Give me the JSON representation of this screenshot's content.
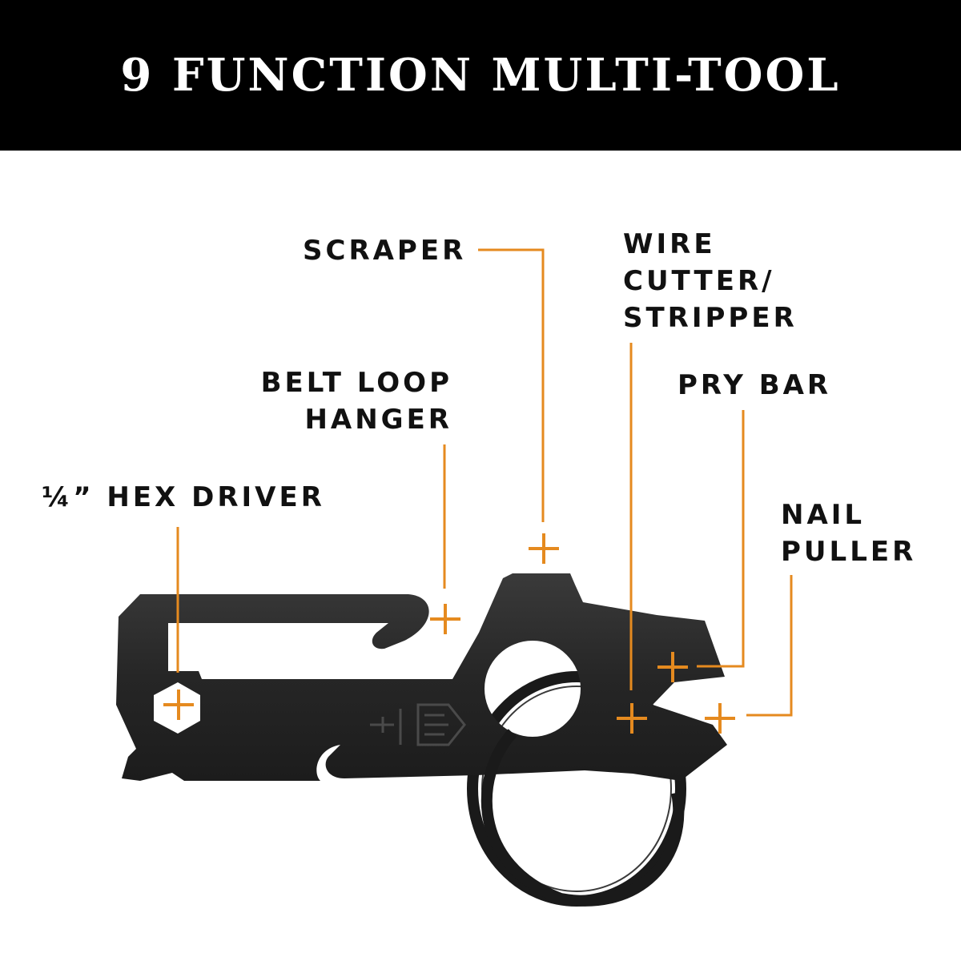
{
  "title": "9 FUNCTION MULTI-TOOL",
  "colors": {
    "banner_background": "#000000",
    "title_text": "#ffffff",
    "label_text": "#111111",
    "callout_accent": "#e58a1f",
    "tool_body": "#2a2a2a",
    "key_ring": "#1a1a1a"
  },
  "callouts": [
    {
      "id": "hex-driver",
      "lines": [
        "¼” HEX DRIVER"
      ]
    },
    {
      "id": "belt-loop-hanger",
      "lines": [
        "BELT LOOP",
        "HANGER"
      ]
    },
    {
      "id": "scraper",
      "lines": [
        "SCRAPER"
      ]
    },
    {
      "id": "wire-cutter-stripper",
      "lines": [
        "WIRE",
        "CUTTER/",
        "STRIPPER"
      ]
    },
    {
      "id": "pry-bar",
      "lines": [
        "PRY BAR"
      ]
    },
    {
      "id": "nail-puller",
      "lines": [
        "NAIL",
        "PULLER"
      ]
    }
  ],
  "icons": [
    "plus-marker-icon",
    "gerber-logo-icon",
    "key-ring-icon"
  ]
}
